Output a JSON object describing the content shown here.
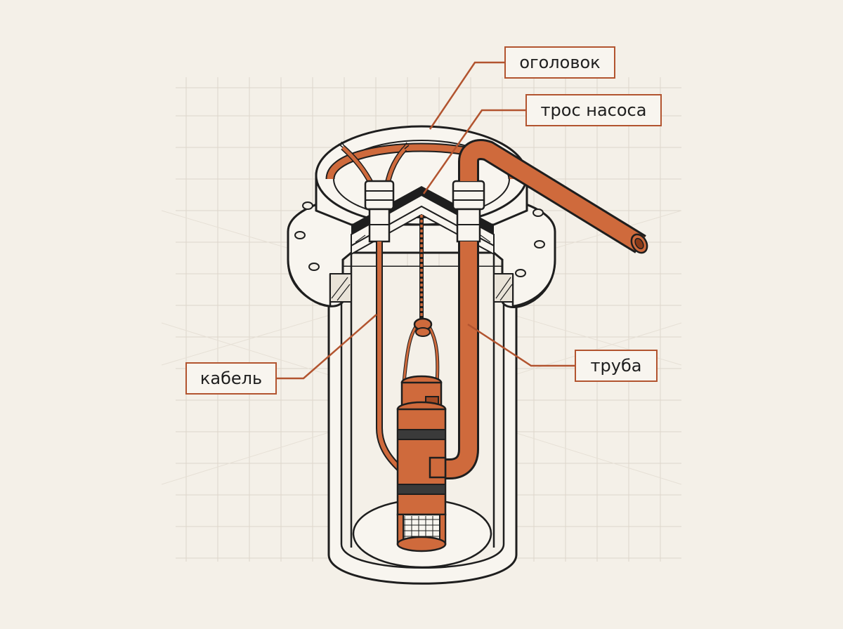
{
  "labels": {
    "head": "оголовок",
    "rope": "трос насоса",
    "cable": "кабель",
    "pipe": "труба"
  },
  "colors": {
    "background": "#f4f0e8",
    "outline": "#1e1e1e",
    "copper": "#cf6a3c",
    "copper_dark": "#a24a24",
    "leader": "#b2542f",
    "casing_fill": "#f8f5ef",
    "grid": "#ddd6cb"
  },
  "icons": {
    "pump": "submersible-pump",
    "clamp": "cable-gland"
  }
}
